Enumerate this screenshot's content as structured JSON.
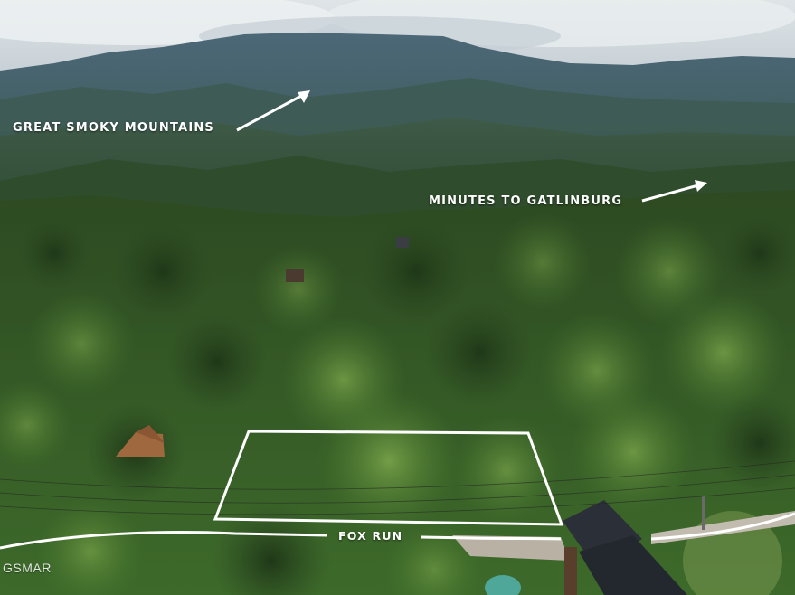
{
  "labels": {
    "mountains": "GREAT SMOKY MOUNTAINS",
    "gatlinburg": "MINUTES TO GATLINBURG",
    "road": "FOX RUN"
  },
  "watermark": "GSMAR",
  "colors": {
    "annotation": "#ffffff",
    "sky": "#c9d2d8",
    "far_mountains": "#4f6b7c",
    "forest_dark": "#2e4a24",
    "forest_light": "#5f8a3c",
    "roof": "#2b3038",
    "brown_roof": "#a0683f"
  }
}
